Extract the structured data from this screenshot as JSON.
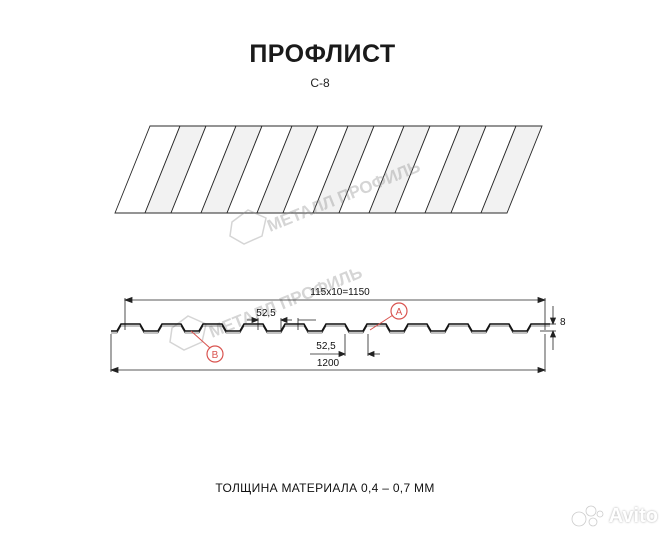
{
  "header": {
    "title": "ПРОФЛИСТ",
    "subtitle": "С-8"
  },
  "diagram": {
    "dim_total_top": "115x10=1150",
    "dim_pitch_top": "52,5",
    "dim_pitch_bottom": "52,5",
    "dim_total_bottom": "1200",
    "dim_height": "8",
    "label_a": "A",
    "label_b": "B",
    "callout_color": "#d9534f"
  },
  "watermark": {
    "text": "МЕТАЛЛ ПРОФИЛЬ"
  },
  "footer": {
    "thickness": "ТОЛЩИНА МАТЕРИАЛА 0,4 – 0,7 ММ"
  },
  "corner_logo": {
    "text": "Avito"
  }
}
